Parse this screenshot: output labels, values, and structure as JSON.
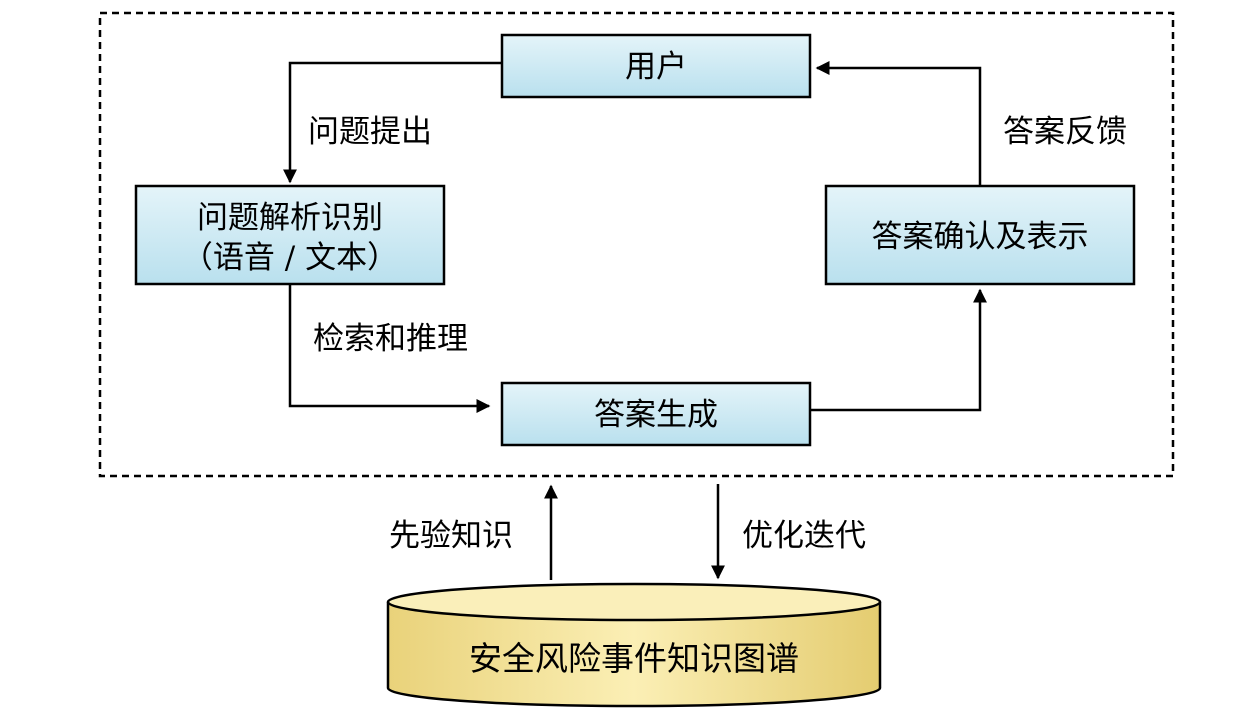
{
  "nodes": {
    "user": "用户",
    "parse_line1": "问题解析识别",
    "parse_line2": "（语音 / 文本）",
    "confirm": "答案确认及表示",
    "generate": "答案生成",
    "kg": "安全风险事件知识图谱"
  },
  "edges": {
    "ask": "问题提出",
    "feedback": "答案反馈",
    "retrieve": "检索和推理",
    "prior": "先验知识",
    "optimize": "优化迭代"
  },
  "colors": {
    "box_fill": "#cdeaf3",
    "cylinder_fill": "#f3e39b",
    "cylinder_top": "#faf0b8",
    "line": "#000000"
  }
}
